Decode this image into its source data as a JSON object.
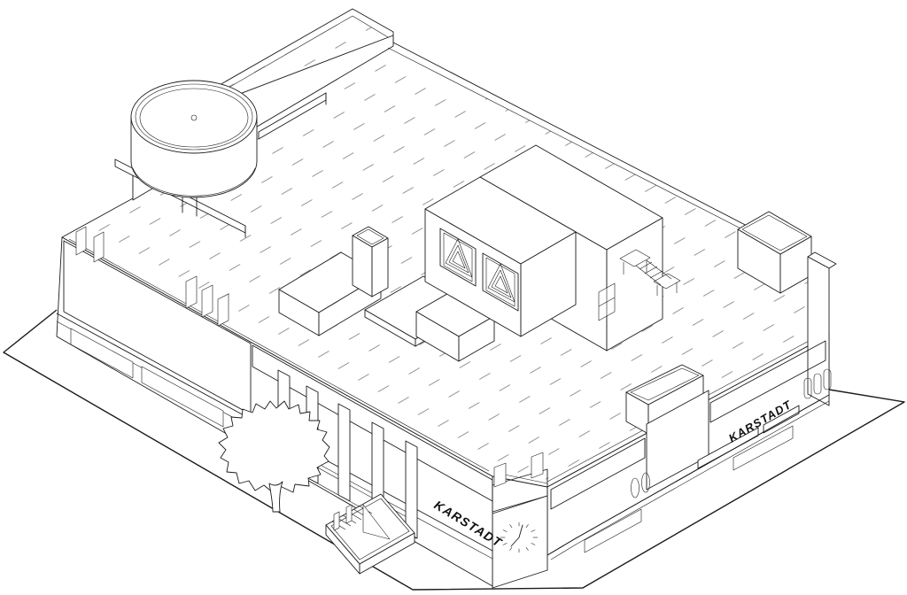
{
  "scene": {
    "description": "Axonometric black-and-white line drawing of a Karstadt department store building with rooftop parking deck",
    "background_color": "#ffffff",
    "line_color": "#1b1b1b",
    "parking_marking_color": "#8f8f8f"
  },
  "signs": {
    "facade_side_label": "KARSTADT",
    "facade_front_label": "KARSTADT"
  },
  "rooftop": {
    "elements": [
      "spiral-ramp-drum",
      "parking-deck-markings",
      "penthouse",
      "triangle-logo-sign",
      "triangle-logo-sign",
      "vent-chimney",
      "equipment-box",
      "open-top-box-north",
      "open-top-box-south",
      "guide-walls",
      "exterior-stair"
    ],
    "triangle_logo_sign_count": 2
  },
  "facade": {
    "oval_window_count_east": 3,
    "oval_window_count_center": 2,
    "pilaster_fin_count": 5,
    "cladding": "fine horizontal louver hatching"
  },
  "street": {
    "elements": [
      "tree",
      "underground-stair-entrance",
      "sidewalk-edge"
    ]
  },
  "clock": {
    "face": "dash tick marks, 12 positions",
    "hour_hand_direction": "lower-left",
    "minute_hand_direction": "upper-right"
  }
}
